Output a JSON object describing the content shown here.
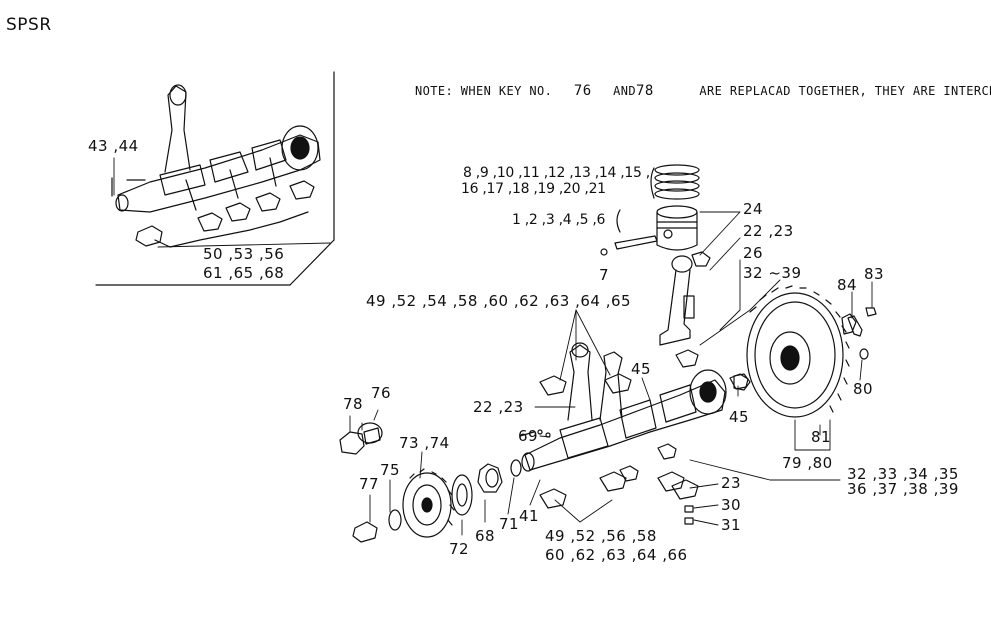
{
  "title": "SPSR",
  "note": {
    "prefix": "NOTE: WHEN KEY NO.",
    "key1": "76",
    "and": "AND",
    "key2": "78",
    "suffix": "ARE REPLACAD TOGETHER, THEY ARE INTERCHA"
  },
  "callouts": {
    "c43_44": "43 ,44",
    "c50_56": "50 ,53 ,56",
    "c61_68": "61 ,65 ,68",
    "c8_15": "8 ,9 ,10 ,11 ,12 ,13 ,14 ,15 ,",
    "c16_21": "16 ,17 ,18 ,19 ,20 ,21",
    "c1_6": "1 ,2 ,3 ,4 ,5 ,6",
    "c7": "7",
    "c24": "24",
    "c22_23_top": "22 ,23",
    "c26": "26",
    "c32_39_top": "32 ~39",
    "c84": "84",
    "c83": "83",
    "c49_65": "49 ,52 ,54 ,58 ,60 ,62 ,63 ,64 ,65",
    "c45_top": "45",
    "c45_right": "45",
    "c80": "80",
    "c78": "78",
    "c76": "76",
    "c22_23_mid": "22 ,23",
    "c69": "69",
    "c73_74": "73 ,74",
    "c75": "75",
    "c77": "77",
    "c72": "72",
    "c68": "68",
    "c71": "71",
    "c41": "41",
    "c81": "81",
    "c79_80": "79 ,80",
    "c32_35": "32 ,33 ,34 ,35",
    "c36_39": "36 ,37 ,38 ,39",
    "c23": "23",
    "c30": "30",
    "c31": "31",
    "c49_58": "49 ,52 ,56 ,58",
    "c60_66": "60 ,62 ,63 ,64 ,66"
  }
}
